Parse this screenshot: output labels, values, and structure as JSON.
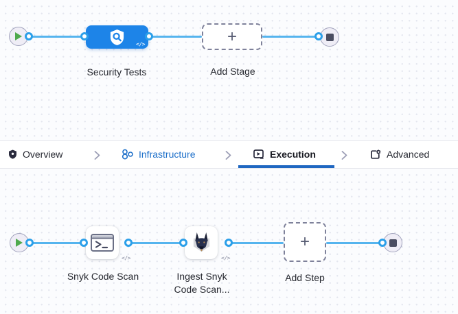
{
  "stage_graph": {
    "stage_name": "Security Tests",
    "add_stage_label": "Add Stage"
  },
  "tab_bar": {
    "tabs": [
      {
        "label": "Overview"
      },
      {
        "label": "Infrastructure"
      },
      {
        "label": "Execution"
      },
      {
        "label": "Advanced"
      }
    ],
    "active_tab": "Execution"
  },
  "step_graph": {
    "step1_name": "Snyk Code Scan",
    "step2_name": "Ingest Snyk Code Scan...",
    "add_step_label": "Add Step"
  },
  "glyphs": {
    "plus": "+",
    "code_badge": "</>"
  },
  "colors": {
    "stage_node_blue": "#1d84e8",
    "connector_line_blue": "#55b4ee",
    "connector_port_blue": "#2b9fe9",
    "active_tab_underline_blue": "#1f67c1",
    "infrastructure_link_blue": "#1d6fc9",
    "play_green": "#4fa94d",
    "stop_slate": "#4a4d61"
  }
}
